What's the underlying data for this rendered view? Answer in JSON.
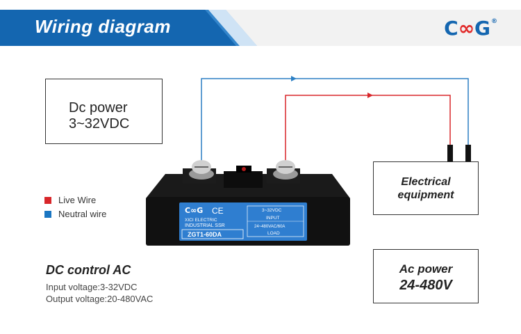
{
  "header": {
    "title": "Wiring diagram",
    "brand_logo": "C∞G",
    "brand_mark": "®",
    "colors": {
      "band": "#1466b0",
      "band_light": "#2c86d4",
      "logo_blue": "#1466b0",
      "logo_red": "#e12a2a"
    }
  },
  "dc_power": {
    "line1": "Dc power",
    "line2": "3~32VDC"
  },
  "equipment": {
    "line1": "Electrical",
    "line2": "equipment"
  },
  "ac_power": {
    "line1": "Ac power",
    "line2": "24-480V"
  },
  "legend": [
    {
      "label": "Live Wire",
      "color": "#d8262a"
    },
    {
      "label": "Neutral wire",
      "color": "#1a76c2"
    }
  ],
  "wire_colors": {
    "live": "#d8262a",
    "neutral": "#2b7fc4"
  },
  "info": {
    "title": "DC control AC",
    "input": "Input voltage:3-32VDC",
    "output": "Output voltage:20-480VAC"
  },
  "relay": {
    "brand": "C∞G",
    "maker": "XICI  ELECTRIC",
    "type": "INDUSTRIAL  SSR",
    "model": "ZGT1-60DA",
    "input_range": "3~32VDC",
    "input_label": "INPUT",
    "load_rating": "24~480VAC/60A",
    "load_label": "LOAD",
    "marks": "CE"
  }
}
